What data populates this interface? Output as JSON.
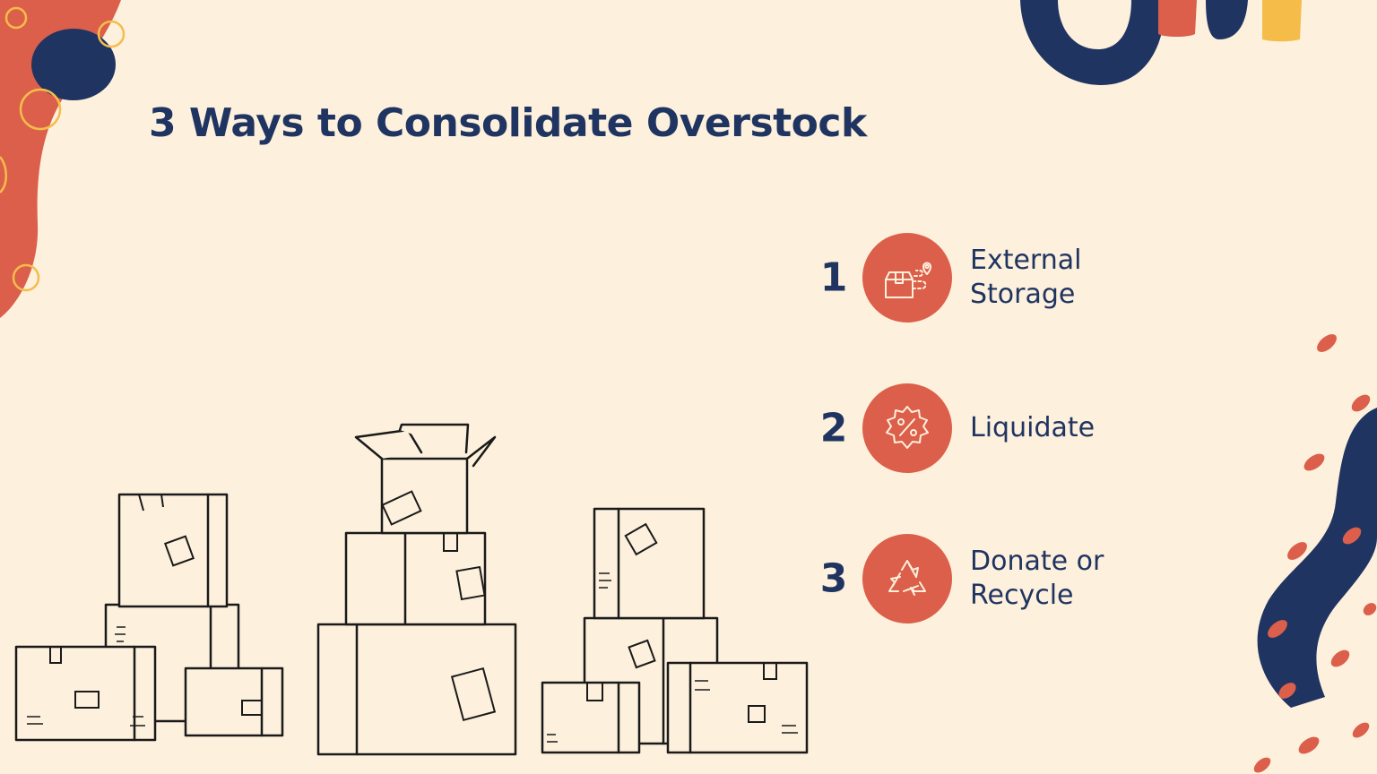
{
  "title": "3 Ways to Consolidate Overstock",
  "colors": {
    "background": "#fdf0dc",
    "navy": "#1f3461",
    "coral": "#db5f4a",
    "yellow": "#f6bc4a"
  },
  "items": [
    {
      "number": "1",
      "label": "External\nStorage",
      "icon": "box-route-icon"
    },
    {
      "number": "2",
      "label": "Liquidate",
      "icon": "percent-badge-icon"
    },
    {
      "number": "3",
      "label": "Donate or\nRecycle",
      "icon": "recycle-icon"
    }
  ]
}
